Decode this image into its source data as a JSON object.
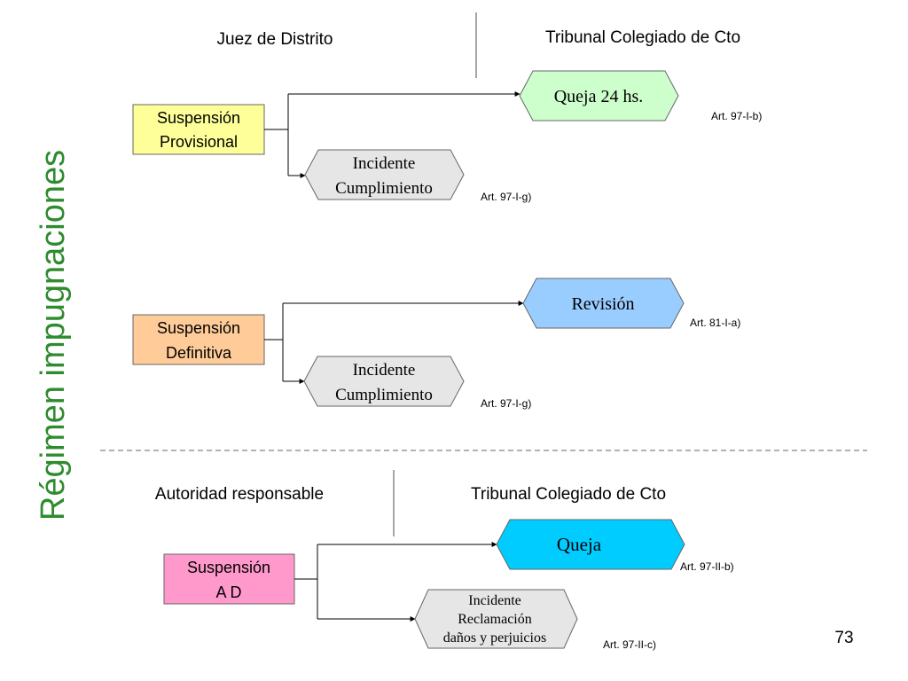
{
  "title": "Régimen impugnaciones",
  "page_number": "73",
  "headers": {
    "juez": "Juez de Distrito",
    "tribunal_top": "Tribunal Colegiado de Cto",
    "autoridad": "Autoridad responsable",
    "tribunal_bottom": "Tribunal Colegiado de Cto"
  },
  "nodes": {
    "susp_provisional": [
      "Suspensión",
      "Provisional"
    ],
    "queja_24": [
      "Queja 24 hs."
    ],
    "incidente_1": [
      "Incidente",
      "Cumplimiento"
    ],
    "susp_definitiva": [
      "Suspensión",
      "Definitiva"
    ],
    "revision": [
      "Revisión"
    ],
    "incidente_2": [
      "Incidente",
      "Cumplimiento"
    ],
    "susp_ad": [
      "Suspensión",
      "A D"
    ],
    "queja": [
      "Queja"
    ],
    "incidente_3": [
      "Incidente",
      "Reclamación",
      "daños y perjuicios"
    ]
  },
  "articles": {
    "art_queja_24": "Art. 97-I-b)",
    "art_incidente_1": "Art. 97-I-g)",
    "art_revision": "Art. 81-I-a)",
    "art_incidente_2": "Art. 97-I-g)",
    "art_queja": "Art. 97-II-b)",
    "art_incidente_3": "Art. 97-II-c)"
  },
  "colors": {
    "title": "#2e8b2e",
    "susp_provisional": "#ffff99",
    "queja_24": "#ccffcc",
    "incidente": "#e6e6e6",
    "susp_definitiva": "#ffcc99",
    "revision": "#99ccff",
    "susp_ad": "#ff99cc",
    "queja": "#00ccff"
  }
}
